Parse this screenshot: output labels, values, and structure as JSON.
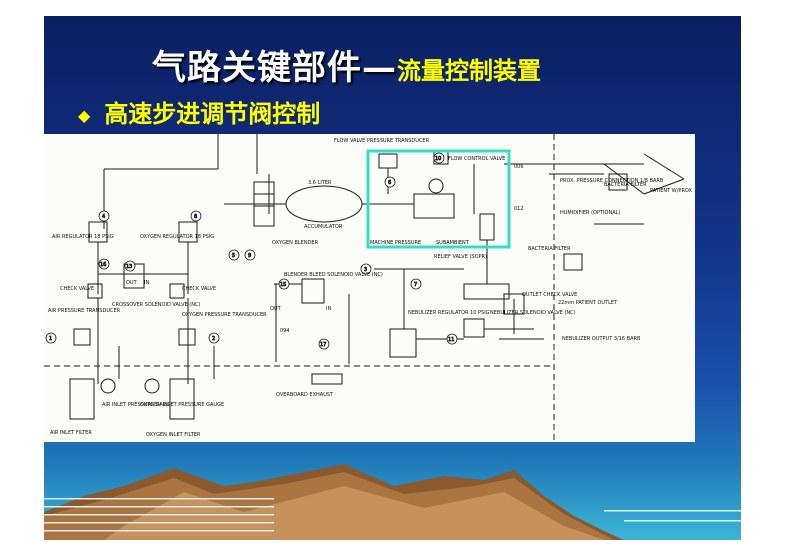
{
  "title": {
    "main": "气路关键部件—",
    "sub": "流量控制装置"
  },
  "bullet": {
    "marker": "◆",
    "text": "高速步进调节阀控制"
  },
  "diagram": {
    "labels": {
      "flow_valve_pressure_transducer": "FLOW VALVE PRESSURE TRANSDUCER",
      "flow_control_valve": "FLOW CONTROL VALVE",
      "liter": "3.6 LITER",
      "accumulator": "ACCUMULATOR",
      "machine_pressure": "MACHINE PRESSURE",
      "subambient": "SUBAMBIENT",
      "relief_valve": "RELIEF VALVE (SOPR)",
      "air_regulator": "AIR REGULATOR 18 PSIG",
      "oxygen_regulator": "OXYGEN REGULATOR 18 PSIG",
      "oxygen_blender": "OXYGEN BLENDER",
      "blender_bleed": "BLENDER BLEED SOLENOID VALVE (NC)",
      "check_valve_left": "CHECK VALVE",
      "check_valve_right": "CHECK VALVE",
      "crossover": "CROSSOVER SOLENOID VALVE (NC)",
      "air_pressure_transducer": "AIR PRESSURE TRANSDUCER",
      "oxygen_pressure_transducer": "OXYGEN PRESSURE TRANSDUCER",
      "air_inlet_gauge": "AIR INLET PRESSURE GAUGE",
      "oxygen_inlet_gauge": "OXYGEN INLET PRESSURE GAUGE",
      "air_inlet_filter": "AIR INLET FILTER",
      "oxygen_inlet_filter": "OXYGEN INLET FILTER",
      "overboard_exhaust": "OVERBOARD EXHAUST",
      "nebulizer_regulator": "NEBULIZER REGULATOR 10 PSIG",
      "nebulizer_solenoid": "NEBULIZER SOLENOID VALVE (NC)",
      "outlet_check_valve": "OUTLET CHECK VALVE",
      "patient_outlet": "22mm PATIENT OUTLET",
      "nebulizer_output": "NEBULIZER OUTPUT 3/16 BARB",
      "prox_pressure": "PROX. PRESSURE CONNECTION 1/8 BARB",
      "bacteria_filter_top": "BACTERIA FILTER",
      "bacteria_filter_mid": "BACTERIA FILTER",
      "humidifier": "HUMIDIFIER (OPTIONAL)",
      "patient_wyprox": "PATIENT W/PROX",
      "out": "OUT",
      "in": "IN",
      "out2": "OUT",
      "in2": "IN",
      "code_006": "006",
      "code_012": "012",
      "code_094": "094"
    },
    "numbers": [
      "1",
      "2",
      "3",
      "4",
      "5",
      "6",
      "7",
      "8",
      "9",
      "10",
      "11",
      "13",
      "15",
      "16",
      "17"
    ],
    "highlight_color": "#2fe0c8",
    "line_color": "#1a1a1a"
  },
  "colors": {
    "title_main": "#ffffff",
    "title_sub": "#ffff00",
    "bullet": "#ffff00"
  }
}
